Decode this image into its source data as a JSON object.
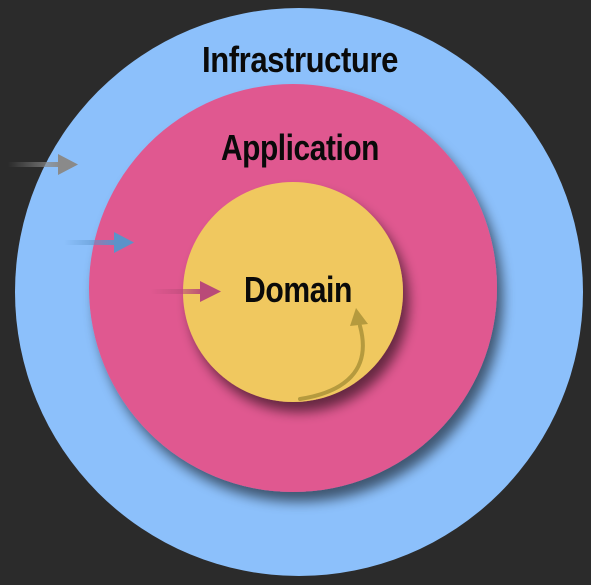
{
  "diagram": {
    "layers": [
      {
        "id": "infrastructure",
        "label": "Infrastructure",
        "color": "#8cc0fb"
      },
      {
        "id": "application",
        "label": "Application",
        "color": "#e05890"
      },
      {
        "id": "domain",
        "label": "Domain",
        "color": "#f0c85e"
      }
    ],
    "arrow_colors": {
      "infrastructure": "#8a8a8a",
      "application": "#5b93c9",
      "domain": "#b94a78",
      "self": "#b59a3e"
    },
    "background": "#2b2b2b"
  }
}
